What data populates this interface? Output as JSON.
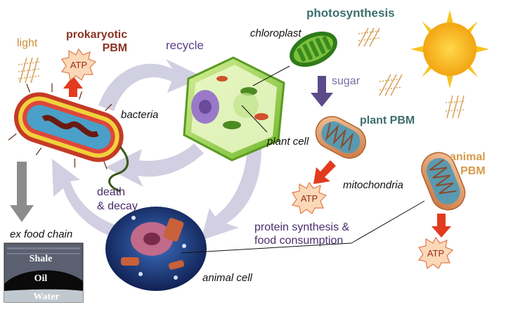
{
  "labels": {
    "photosynthesis": "photosynthesis",
    "prokaryotic_pbm": "prokaryotic\nPBM",
    "light": "light",
    "recycle": "recycle",
    "chloroplast": "chloroplast",
    "sugar": "sugar",
    "plant_pbm": "plant PBM",
    "bacteria": "bacteria",
    "plant_cell": "plant cell",
    "animal_pbm": "animal\nPBM",
    "mitochondria": "mitochondria",
    "death_decay": "death\n& decay",
    "ex_food_chain": "ex food chain",
    "protein_synthesis": "protein synthesis &\nfood consumption",
    "animal_cell": "animal cell"
  },
  "atp_badges": [
    "ATP",
    "ATP",
    "ATP"
  ],
  "geology": {
    "shale": "Shale",
    "oil": "Oil",
    "water": "Water"
  },
  "colors": {
    "photosynthesis_text": "#3d6e6e",
    "prokaryotic_text": "#8a3324",
    "light_text": "#c8903a",
    "recycle_text": "#5a3e8a",
    "sugar_text": "#7a6fa0",
    "plant_pbm_text": "#3d6e6e",
    "animal_pbm_text": "#d79a48",
    "death_text": "#4a2d6b",
    "protein_text": "#4a2d6b",
    "red_arrow": "#e23b1f",
    "purple_arrow": "#5b4a8a",
    "grey_arrow": "#c8c6d8",
    "sun": "#f4b81a"
  }
}
